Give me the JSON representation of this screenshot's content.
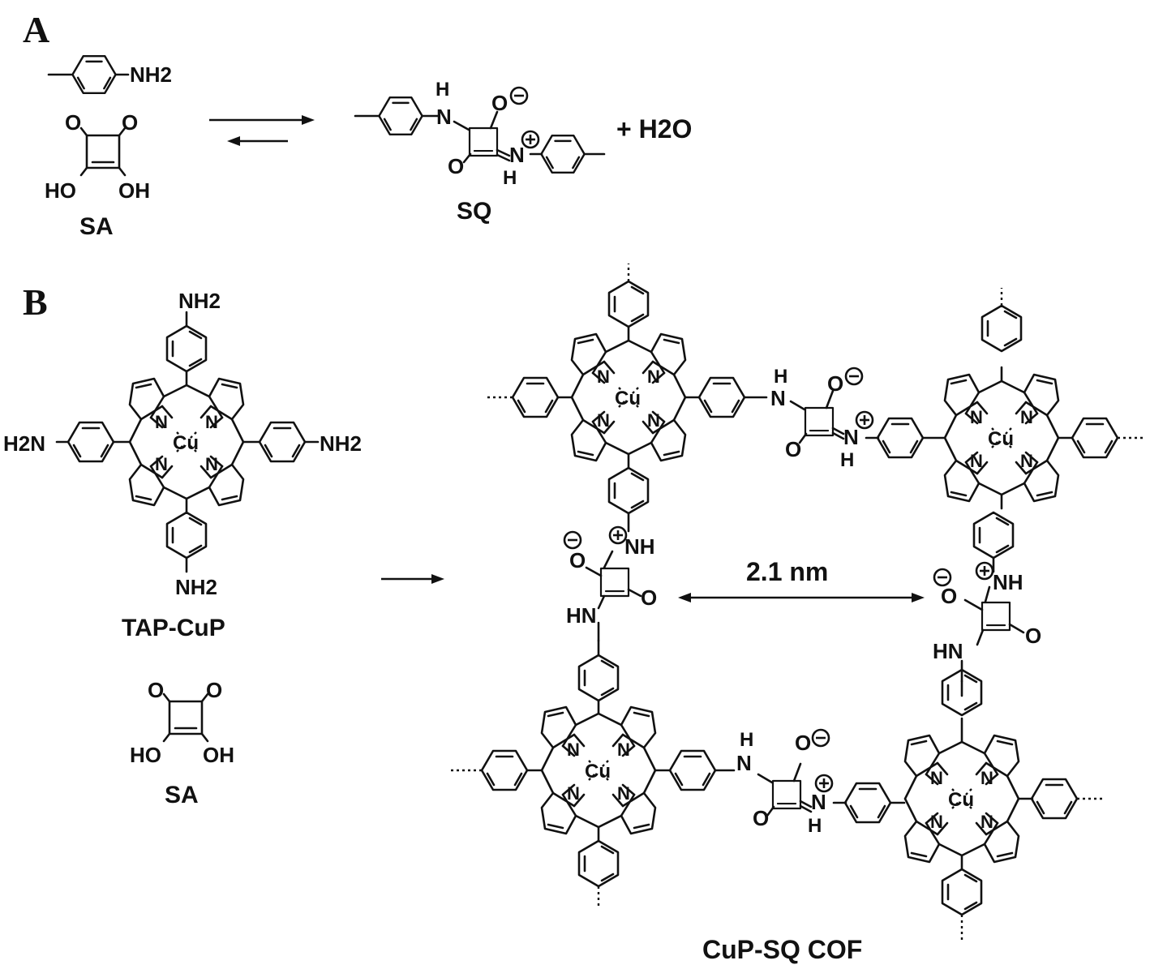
{
  "panels": {
    "a": "A",
    "b": "B"
  },
  "scheme_a": {
    "amine_group": "NH2",
    "acid_label": "SA",
    "acid_oxygens": [
      "O",
      "O"
    ],
    "acid_hydroxyls": [
      "HO",
      "OH"
    ],
    "product_label": "SQ",
    "product_groups": {
      "nh_top": "H",
      "n_top": "N",
      "o_minus": "O",
      "o_bottom": "O",
      "n_plus": "N",
      "h_bottom": "H"
    },
    "byproduct": "+ H2O"
  },
  "scheme_b": {
    "monomer_label": "TAP-CuP",
    "monomer_amines": [
      "NH2",
      "H2N",
      "NH2",
      "NH2"
    ],
    "metal": "Cu",
    "pyrrole_n": "N",
    "acid_label": "SA",
    "acid_oxygens": [
      "O",
      "O"
    ],
    "acid_hydroxyls": [
      "HO",
      "OH"
    ],
    "pore_size": "2.1 nm",
    "framework_label": "CuP-SQ COF",
    "linker_groups": {
      "nh": "NH",
      "hn": "HN",
      "h": "H",
      "n": "N",
      "o": "O"
    }
  },
  "colors": {
    "ink": "#111111",
    "background": "#ffffff"
  }
}
